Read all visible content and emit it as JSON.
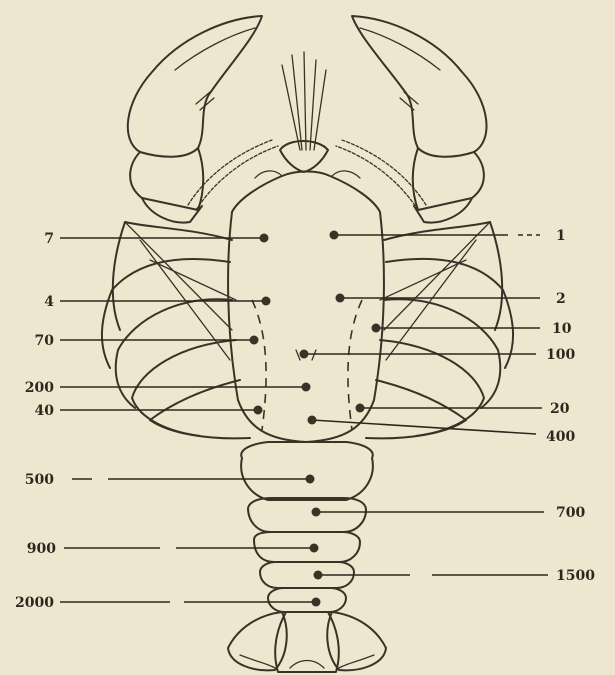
{
  "figure": {
    "left_labels": [
      "7",
      "4",
      "70",
      "200",
      "40",
      "500",
      "900",
      "2000"
    ],
    "right_labels": [
      "1",
      "2",
      "10",
      "100",
      "20",
      "400",
      "700",
      "1500"
    ]
  },
  "colors": {
    "paper": "#efe6cf",
    "ink": "#3b3126"
  }
}
